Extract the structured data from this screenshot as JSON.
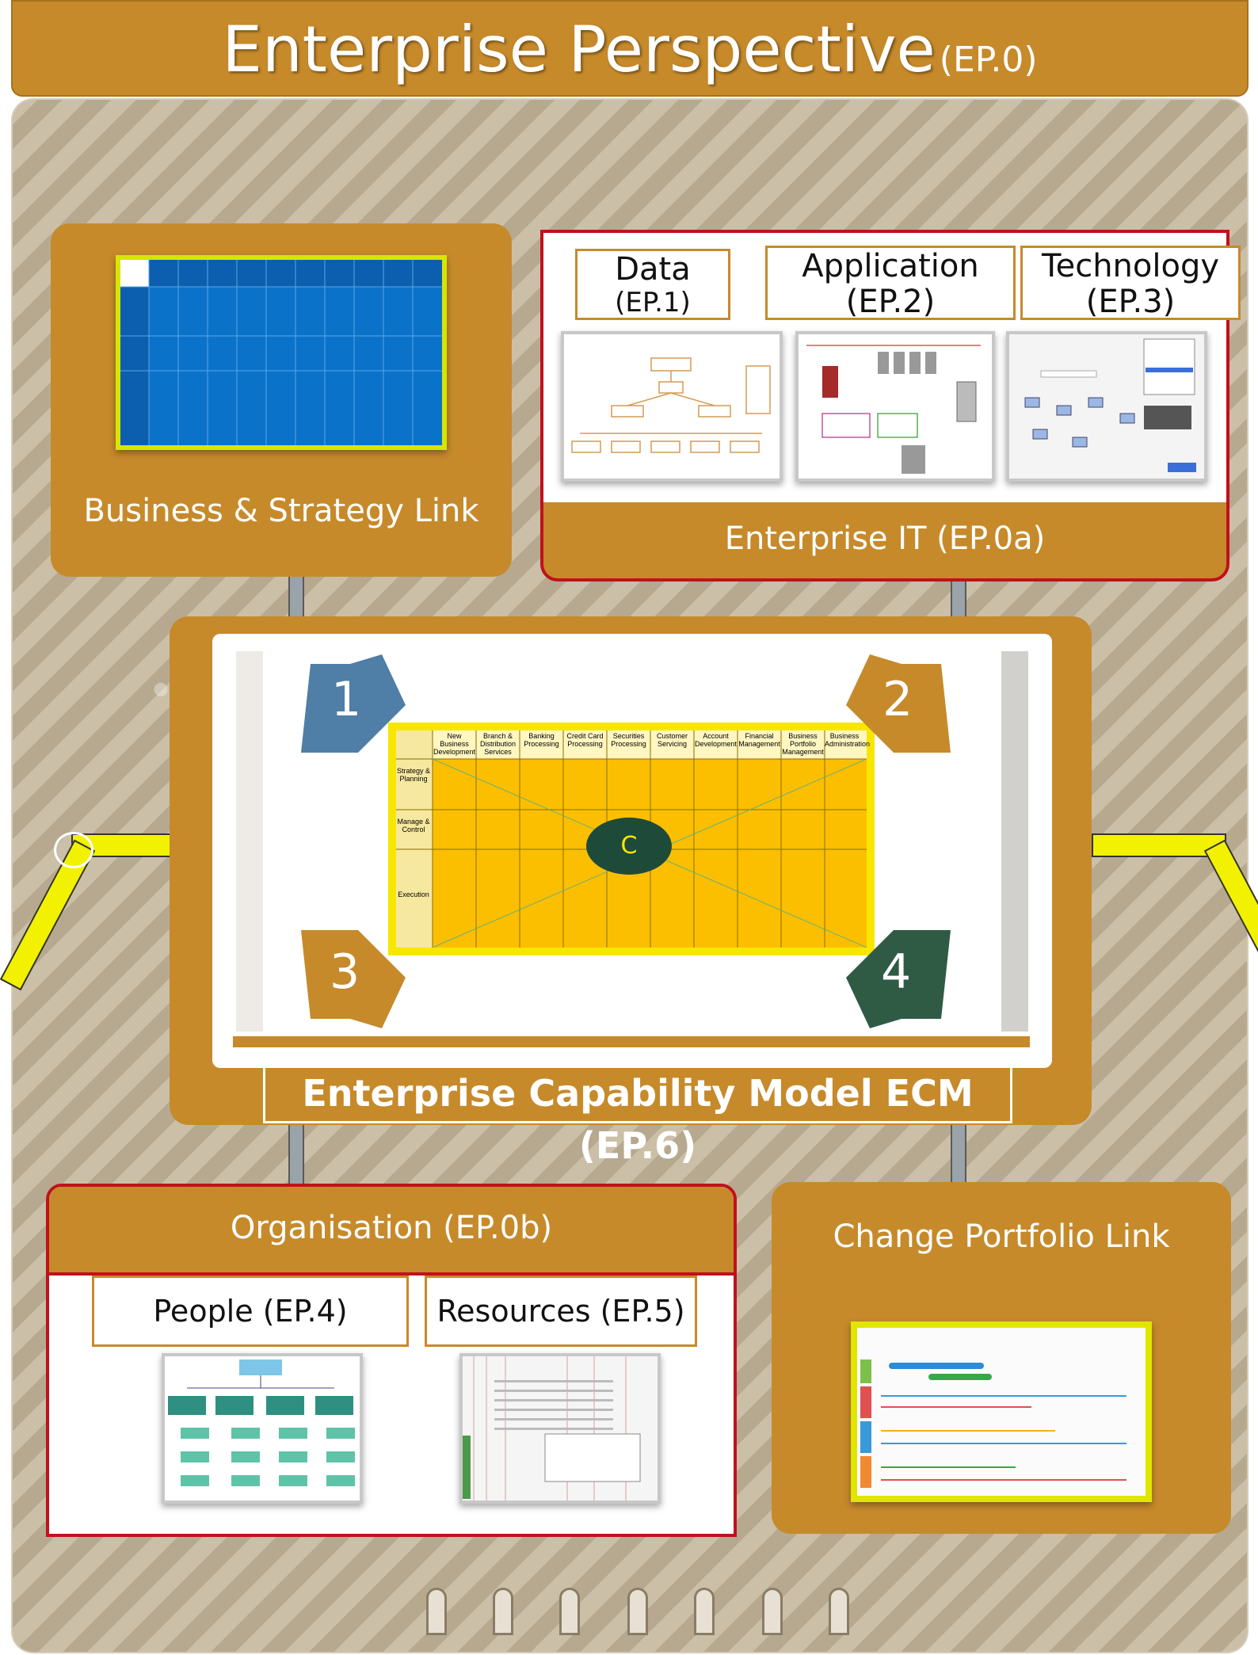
{
  "header": {
    "title": "Enterprise Perspective",
    "code": "(EP.0)"
  },
  "business_panel": {
    "label": "Business & Strategy Link"
  },
  "it_panel": {
    "label": "Enterprise IT (EP.0a)",
    "columns": [
      {
        "title": "Data",
        "code": "(EP.1)"
      },
      {
        "title": "Application",
        "code": "(EP.2)"
      },
      {
        "title": "Technology",
        "code": "(EP.3)"
      }
    ]
  },
  "ecm_panel": {
    "label": "Enterprise Capability Model ECM (EP.6)",
    "arrows": [
      "1",
      "2",
      "3",
      "4"
    ],
    "center": "C",
    "columns": [
      "New Business Development",
      "Branch & Distribution Services",
      "Banking Processing",
      "Credit Card Processing",
      "Securities Processing",
      "Customer Servicing",
      "Account Development",
      "Financial Management",
      "Business Portfolio Management",
      "Business Administration"
    ],
    "rows": [
      "Strategy & Planning",
      "Manage & Control",
      "Execution"
    ]
  },
  "org_panel": {
    "label": "Organisation (EP.0b)",
    "people": "People (EP.4)",
    "resources": "Resources (EP.5)"
  },
  "change_panel": {
    "label": "Change  Portfolio Link"
  },
  "colors": {
    "panel": "#c68a2b",
    "frame_red": "#c0111c",
    "wire_yellow": "#f2f200"
  }
}
